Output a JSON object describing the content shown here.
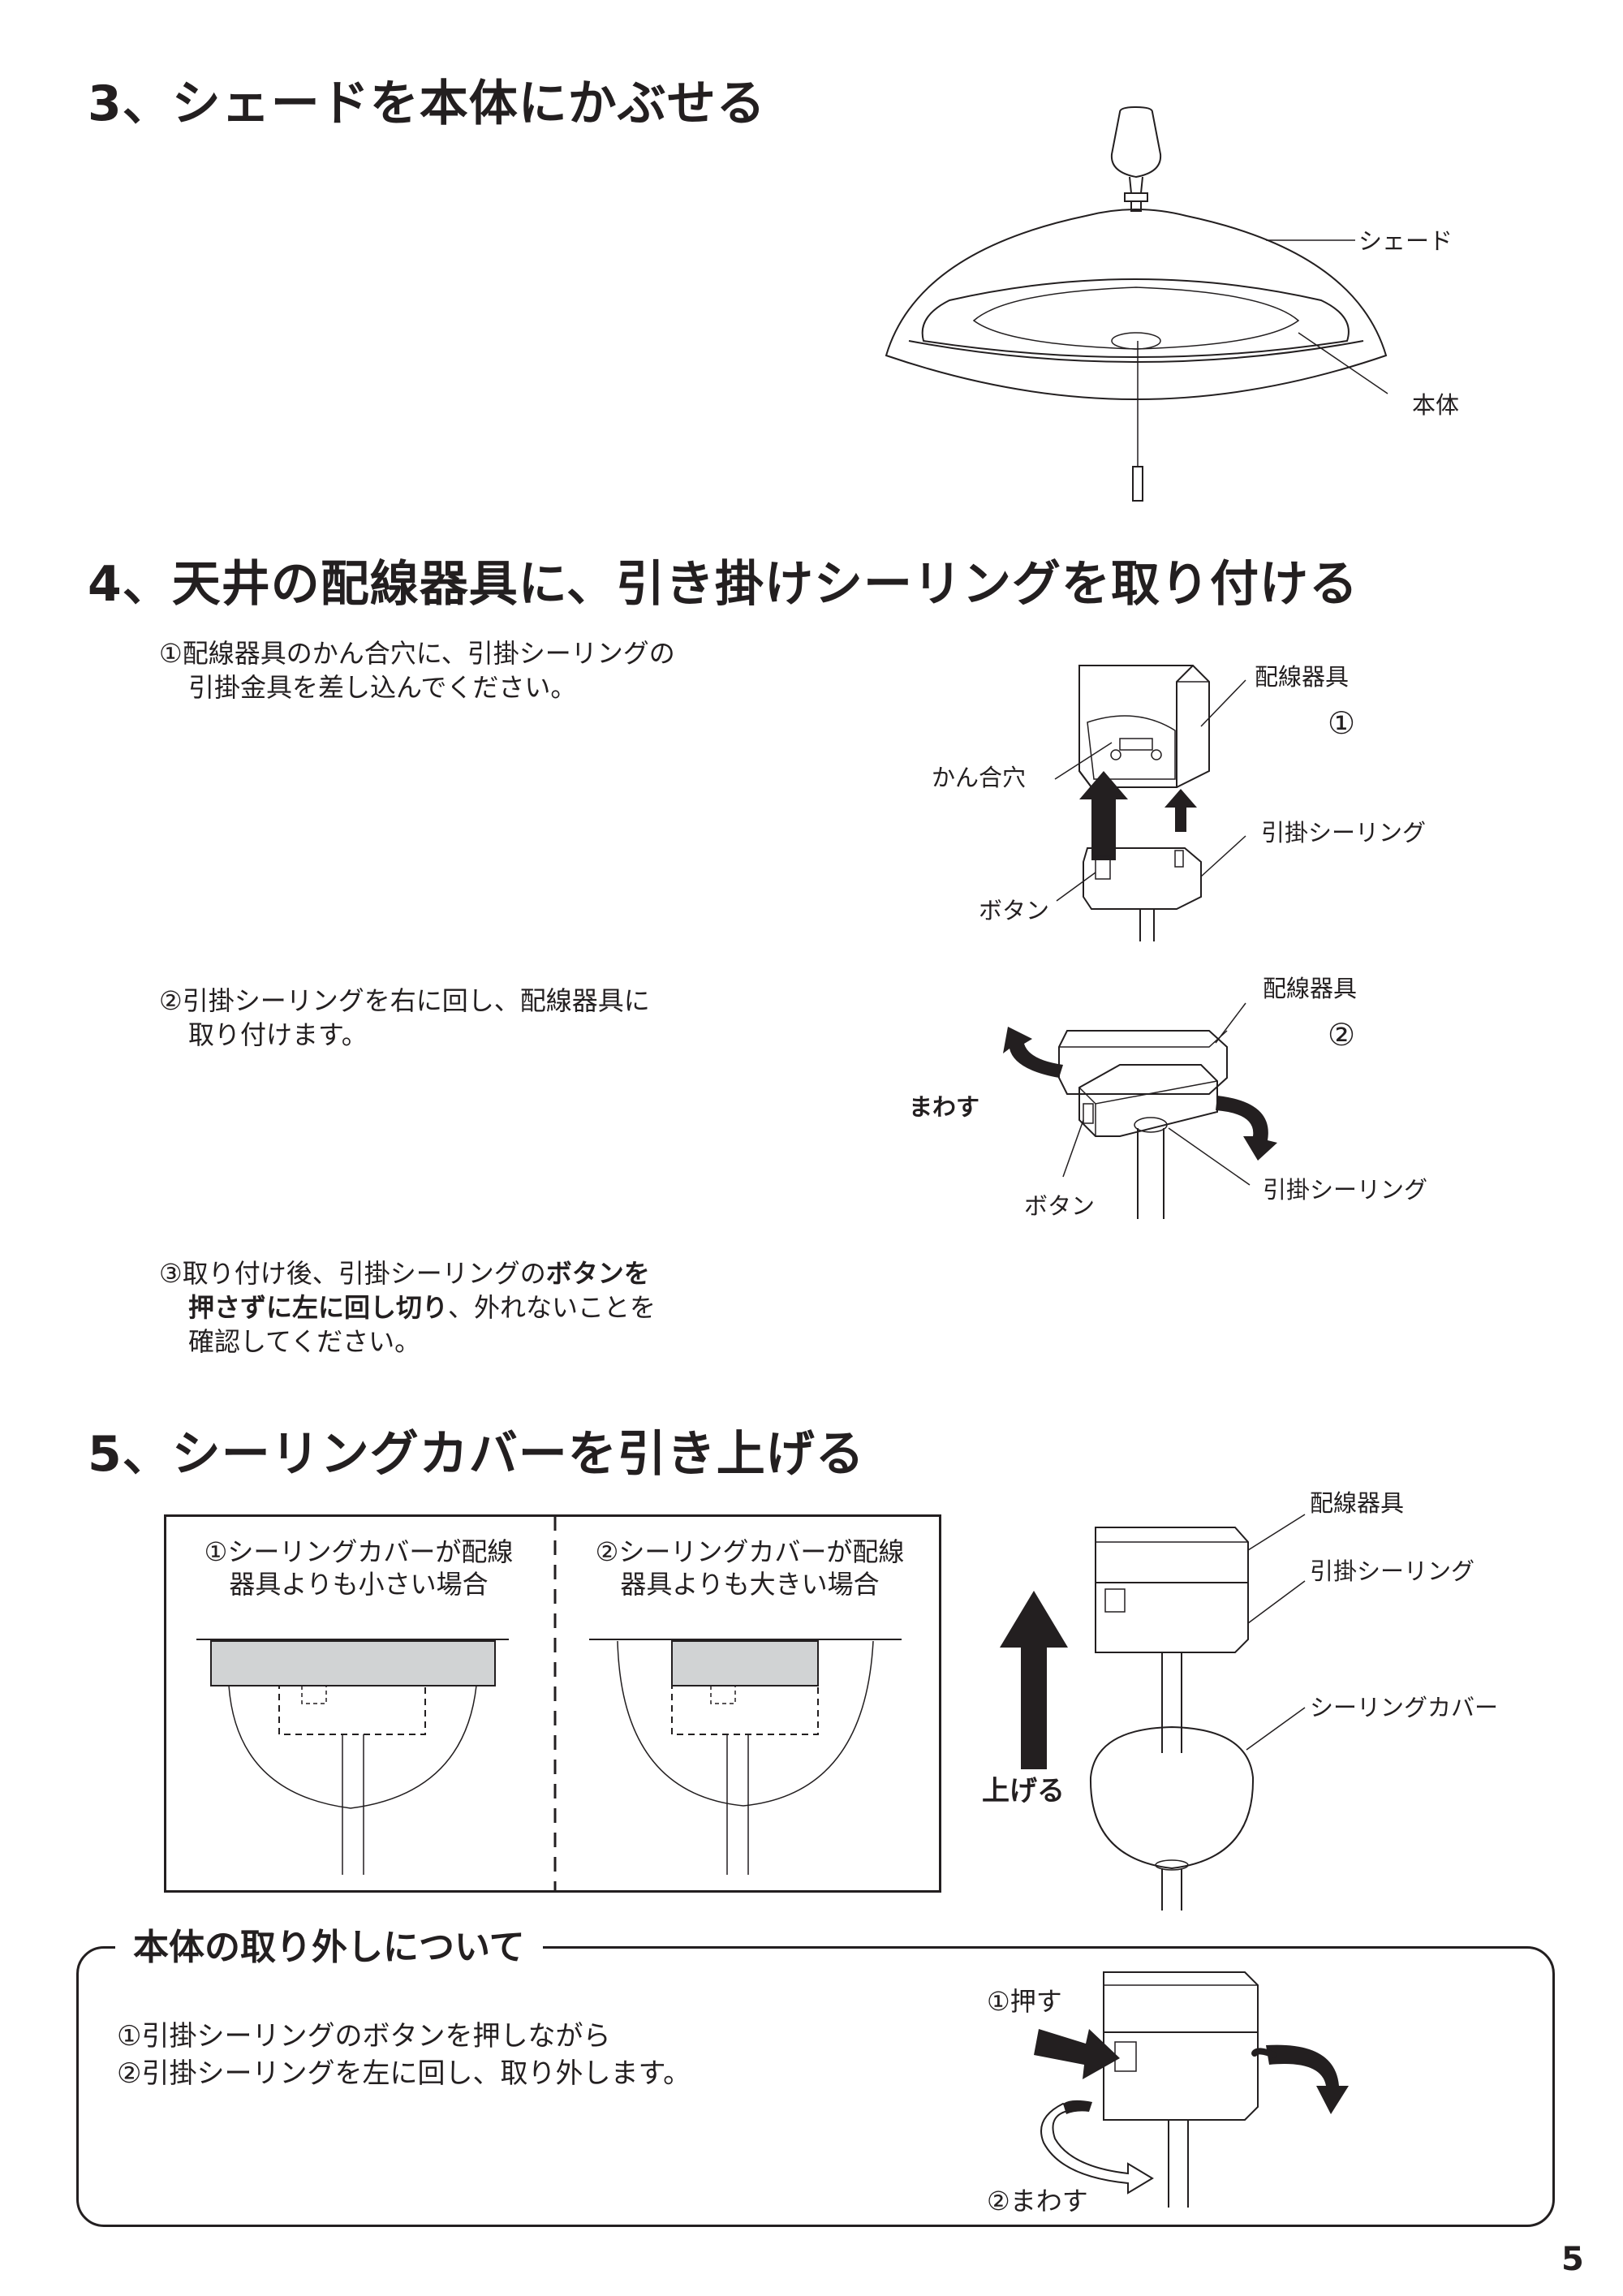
{
  "sections": {
    "s3": {
      "title": "3、シェードを本体にかぶせる",
      "labels": {
        "shade": "シェード",
        "body": "本体"
      }
    },
    "s4": {
      "title": "4、天井の配線器具に、引き掛けシーリングを取り付ける",
      "step1": {
        "line1": "①配線器具のかん合穴に、引掛シーリングの",
        "line2": "引掛金具を差し込んでください。",
        "labels": {
          "fixture": "配線器具",
          "num": "①",
          "hole": "かん合穴",
          "ceiling": "引掛シーリング",
          "button": "ボタン"
        }
      },
      "step2": {
        "line1": "②引掛シーリングを右に回し、配線器具に",
        "line2": "取り付けます。",
        "labels": {
          "fixture": "配線器具",
          "num": "②",
          "turn": "まわす",
          "button": "ボタン",
          "ceiling": "引掛シーリング"
        }
      },
      "step3": {
        "line1_pre": "③取り付け後、引掛シーリングの",
        "line1_bold": "ボタンを",
        "line2_bold": "押さずに左に回し切り",
        "line2_post": "、外れないことを",
        "line3": "確認してください。"
      }
    },
    "s5": {
      "title": "5、シーリングカバーを引き上げる",
      "case1": {
        "line1": "①シーリングカバーが配線",
        "line2": "器具よりも小さい場合"
      },
      "case2": {
        "line1": "②シーリングカバーが配線",
        "line2": "器具よりも大きい場合"
      },
      "labels": {
        "fixture": "配線器具",
        "ceiling": "引掛シーリング",
        "cover": "シーリングカバー",
        "raise": "上げる"
      }
    },
    "removal": {
      "title": "本体の取り外しについて",
      "line1": "①引掛シーリングのボタンを押しながら",
      "line2": "②引掛シーリングを左に回し、取り外します。",
      "labels": {
        "push": "①押す",
        "turn": "②まわす"
      }
    }
  },
  "page_number": "5"
}
